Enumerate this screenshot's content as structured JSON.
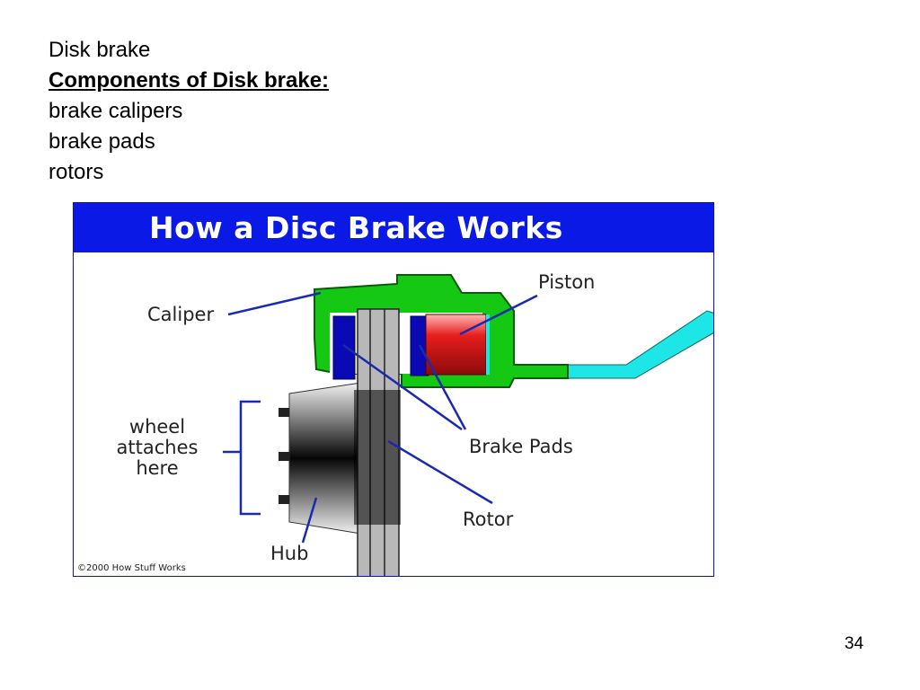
{
  "slide": {
    "title": "Disk brake",
    "heading": "Components of Disk brake:",
    "items": [
      "brake calipers",
      "brake pads",
      "rotors"
    ],
    "page_number": "34"
  },
  "figure": {
    "banner_title": "How a Disc Brake Works",
    "labels": {
      "caliper": "Caliper",
      "piston": "Piston",
      "wheel_line1": "wheel",
      "wheel_line2": "attaches",
      "wheel_line3": "here",
      "brake_pads": "Brake Pads",
      "rotor": "Rotor",
      "hub": "Hub"
    },
    "copyright": "©2000 How Stuff Works"
  },
  "colors": {
    "banner": "#0a19e6",
    "caliper": "#14c814",
    "piston": "#e0141e",
    "pads": "#0a0ab4",
    "brake_line": "#1ee6e6",
    "rotor": "#b4b4b4",
    "leader_lines": "#1a2ab0"
  }
}
